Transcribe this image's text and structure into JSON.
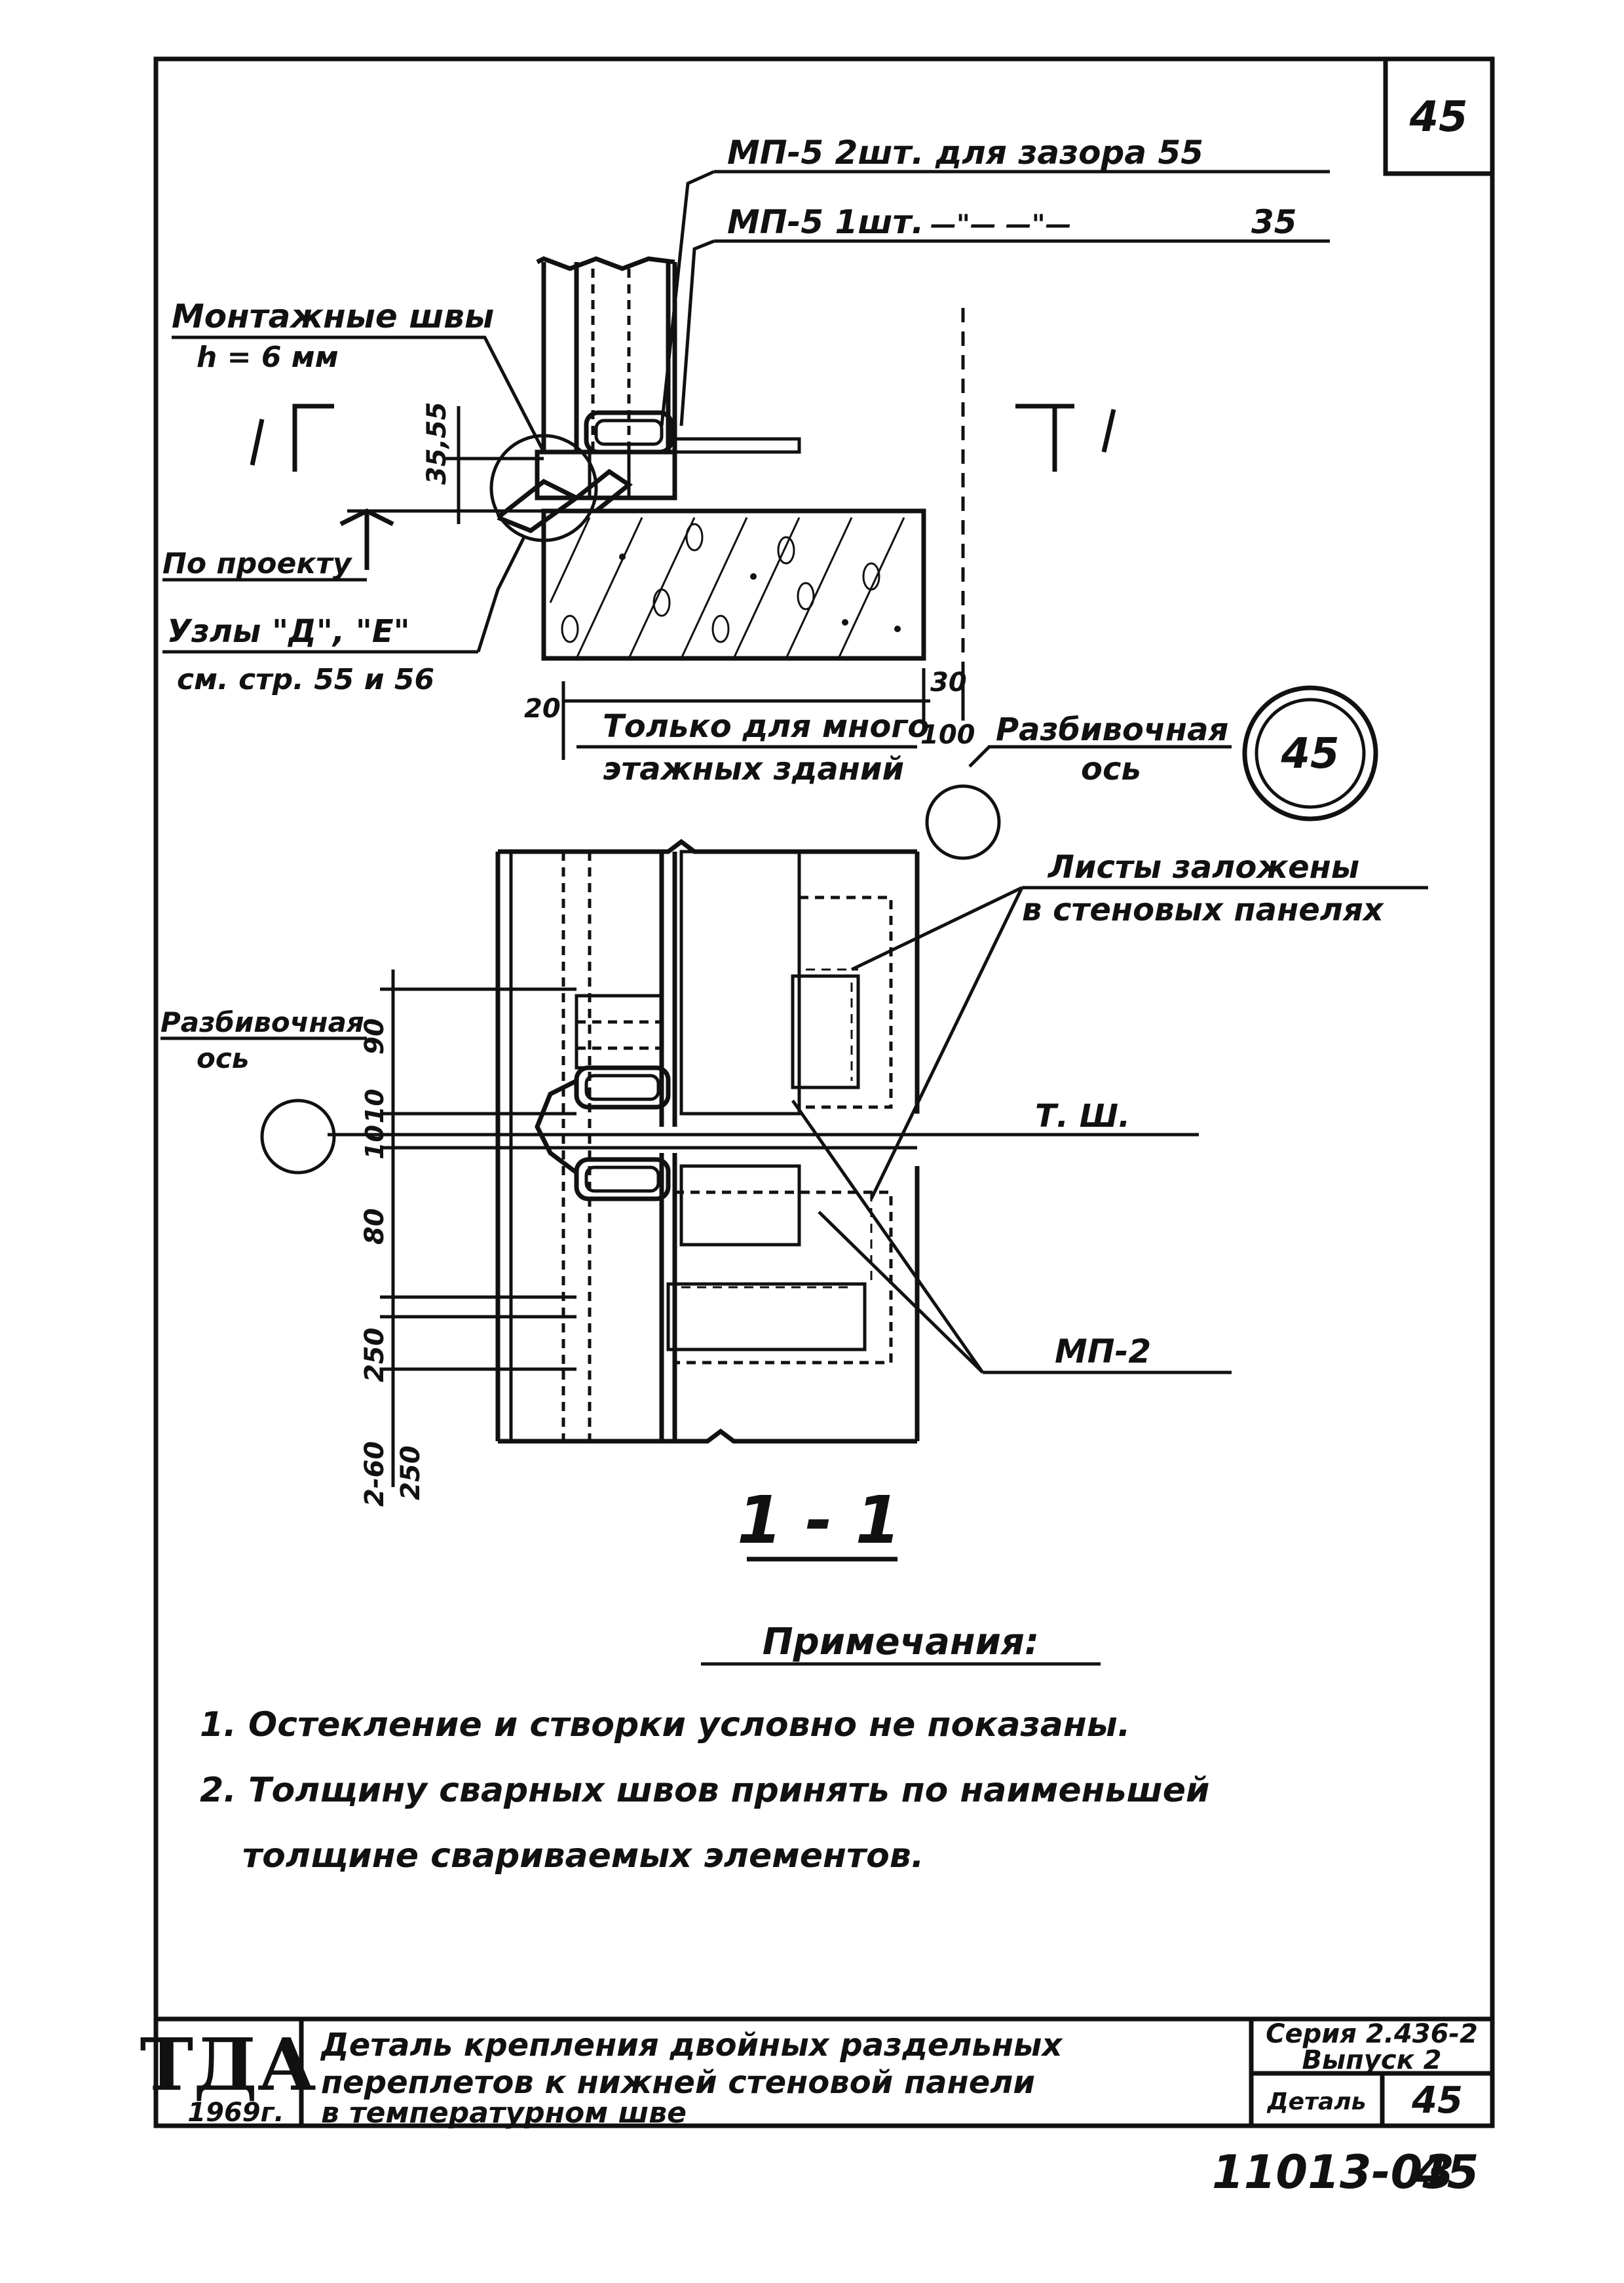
{
  "sheet_number_top": "45",
  "section_top": {
    "callout_1": "МП-5 2шт. для зазора 55",
    "callout_2_prefix": "МП-5 1шт.",
    "callout_2_marks": "—\"— —\"—",
    "callout_2_value": "35",
    "weld_label_1": "Монтажные швы",
    "weld_label_2": "h = 6 мм",
    "cut_mark_left": "1",
    "cut_mark_right": "1",
    "dim_vertical": "35,55",
    "level_label": "По проекту",
    "nodes_label_1": "Узлы \"Д\", \"Е\"",
    "nodes_label_2": "см. стр. 55 и 56",
    "dim_20": "20",
    "dim_30": "30",
    "dim_100": "100",
    "multistorey_label_1": "Только для много",
    "multistorey_label_2": "этажных зданий",
    "axis_label_1": "Разбивочная",
    "axis_label_2": "ось",
    "detail_circle": "45"
  },
  "section_plan": {
    "sheets_label_1": "Листы заложены",
    "sheets_label_2": "в стеновых панелях",
    "axis_label_1": "Разбивочная",
    "axis_label_2": "ось",
    "joint_label": "Т. Ш.",
    "dim_90": "90",
    "dim_10a": "10",
    "dim_10b": "10",
    "dim_80": "80",
    "dim_250a": "250",
    "dim_2_60": "2-60",
    "dim_250b": "250",
    "mp2_label": "МП-2",
    "section_title": "1 - 1"
  },
  "notes": {
    "heading": "Примечания:",
    "line_1": "1. Остекление и створки условно не показаны.",
    "line_2a": "2. Толщину сварных швов принять по наименьшей",
    "line_2b": "толщине свариваемых элементов."
  },
  "title_block": {
    "logo": "ТДА",
    "year": "1969г.",
    "title_1": "Деталь крепления двойных раздельных",
    "title_2": "переплетов к нижней стеновой панели",
    "title_3": "в температурном шве",
    "series": "Серия 2.436-2",
    "issue": "Выпуск 2",
    "detail_label": "Деталь",
    "detail_number": "45"
  },
  "footer_code": "11013-03",
  "footer_page": "45"
}
